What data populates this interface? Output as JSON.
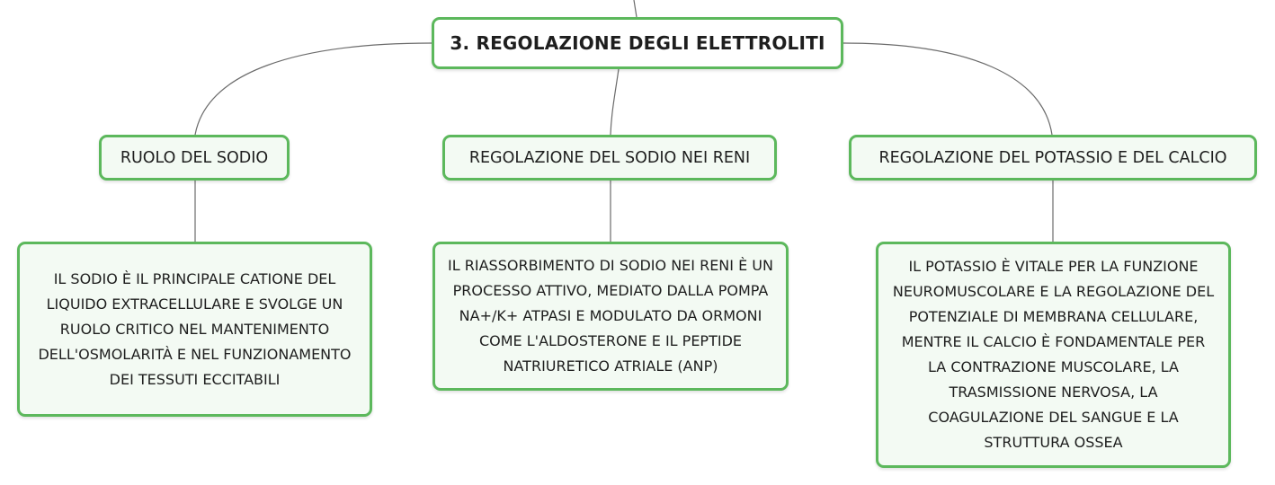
{
  "root": {
    "title": "3. REGOLAZIONE DEGLI ELETTROLITI"
  },
  "topics": [
    {
      "label": "RUOLO DEL SODIO",
      "detail": "IL SODIO È IL PRINCIPALE CATIONE DEL LIQUIDO EXTRACELLULARE E SVOLGE UN RUOLO CRITICO NEL MANTENIMENTO DELL'OSMOLARITÀ E NEL FUNZIONAMENTO DEI TESSUTI ECCITABILI"
    },
    {
      "label": "REGOLAZIONE DEL SODIO NEI RENI",
      "detail": "IL RIASSORBIMENTO DI SODIO NEI RENI È UN PROCESSO ATTIVO, MEDIATO DALLA POMPA NA+/K+ ATPASI E MODULATO DA ORMONI COME L'ALDOSTERONE E IL PEPTIDE NATRIURETICO ATRIALE (ANP)"
    },
    {
      "label": "REGOLAZIONE DEL POTASSIO E DEL CALCIO",
      "detail": "IL POTASSIO È VITALE PER LA FUNZIONE NEUROMUSCOLARE E LA REGOLAZIONE DEL POTENZIALE DI MEMBRANA CELLULARE, MENTRE IL CALCIO È FONDAMENTALE PER LA CONTRAZIONE MUSCOLARE, LA TRASMISSIONE NERVOSA, LA COAGULAZIONE DEL SANGUE E LA STRUTTURA OSSEA"
    }
  ],
  "colors": {
    "node_border": "#5cb85c",
    "node_fill": "#f3faf3",
    "connector": "#6b6b6b"
  }
}
